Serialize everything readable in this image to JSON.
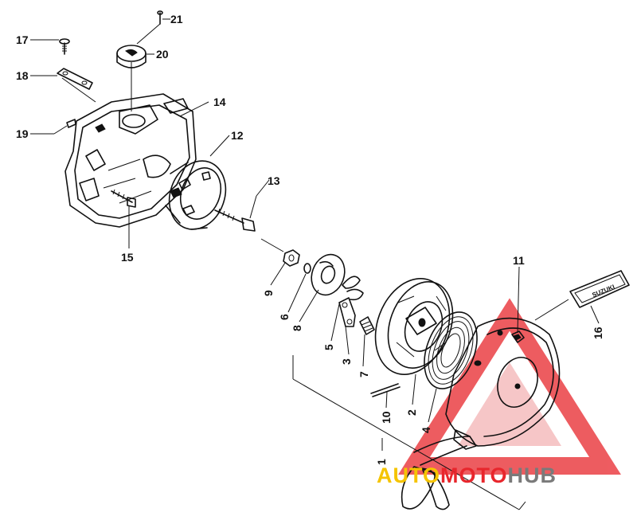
{
  "callouts": {
    "c1": "1",
    "c2": "2",
    "c3": "3",
    "c4": "4",
    "c5": "5",
    "c6": "6",
    "c7": "7",
    "c8": "8",
    "c9": "9",
    "c10": "10",
    "c11": "11",
    "c12": "12",
    "c13": "13",
    "c14": "14",
    "c15": "15",
    "c16": "16",
    "c17": "17",
    "c18": "18",
    "c19": "19",
    "c20": "20",
    "c21": "21"
  },
  "watermark": {
    "part1": "AUTO",
    "part2": "MOTO",
    "part3": "HUB",
    "color_part1": "#f5c400",
    "color_part2": "#e8262c",
    "color_part3": "#7a7a7a"
  },
  "badge_text": "SUZUKI"
}
